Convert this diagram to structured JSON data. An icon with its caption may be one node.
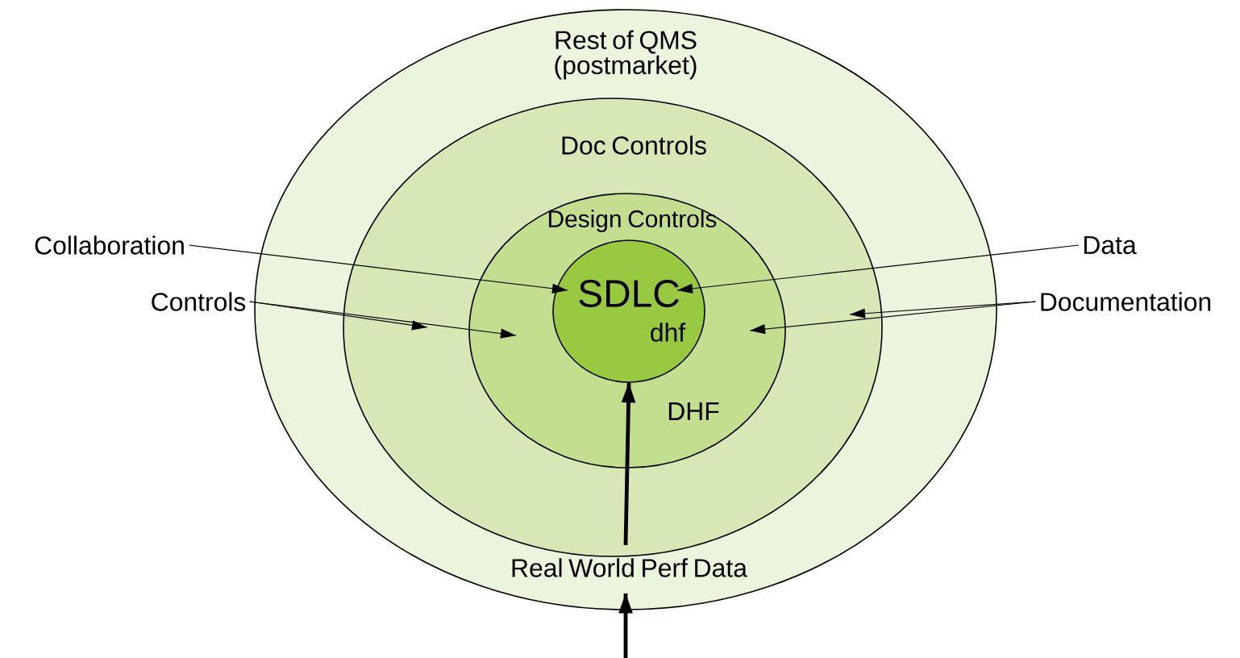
{
  "diagram": {
    "nodes": [
      {
        "text": [
          "Rest of QMS (postmarket)",
          "Real World Perf Data"
        ]
      },
      {
        "text": [
          "Doc Controls"
        ],
        "in": 0
      },
      {
        "text": [
          "Design Controls",
          "DHF"
        ],
        "in": 1
      },
      {
        "text": [
          "SDLC",
          "dhf"
        ],
        "in": 2
      },
      {
        "text": [
          "Collaboration"
        ]
      },
      {
        "text": [
          "Data"
        ]
      },
      {
        "text": [
          "Controls"
        ]
      },
      {
        "text": [
          "Documentation"
        ]
      }
    ],
    "edges": [
      {
        "from": 4,
        "to": 3,
        "arrow": "to"
      },
      {
        "from": 5,
        "to": 3,
        "arrow": "to"
      },
      {
        "from": 6,
        "to": 1,
        "arrow": "to"
      },
      {
        "from": 6,
        "to": 2,
        "arrow": "to"
      },
      {
        "from": 7,
        "to": 1,
        "arrow": "to"
      },
      {
        "from": 7,
        "to": 2,
        "arrow": "to"
      },
      {
        "from": null,
        "to": 0,
        "arrow": "to",
        "style": "thick"
      },
      {
        "from": 0,
        "to": 3,
        "arrow": "to",
        "style": "thick"
      }
    ]
  }
}
